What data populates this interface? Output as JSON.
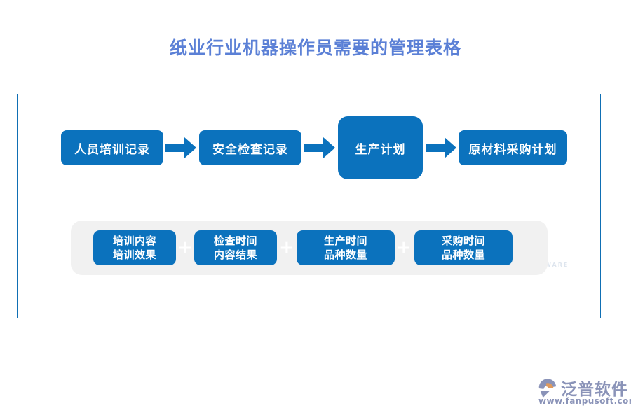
{
  "page": {
    "title": "纸业行业机器操作员需要的管理表格",
    "title_color": "#5b80d6",
    "background_color": "#ffffff",
    "frame_border_color": "#0f6fb4",
    "box_color": "#0b72bd",
    "panel_color": "#f1f1f1"
  },
  "flow": {
    "steps": [
      {
        "label": "人员培训记录"
      },
      {
        "label": "安全检查记录"
      },
      {
        "label": "生产计划"
      },
      {
        "label": "原材料采购计划"
      }
    ],
    "arrows": [
      {
        "name": "arrow-step1-to-step2"
      },
      {
        "name": "arrow-step2-to-step3"
      },
      {
        "name": "arrow-step3-to-step4"
      }
    ]
  },
  "details": {
    "separator": "+",
    "items": [
      {
        "line1": "培训内容",
        "line2": "培训效果"
      },
      {
        "line1": "检查时间",
        "line2": "内容结果"
      },
      {
        "line1": "生产时间",
        "line2": "品种数量"
      },
      {
        "line1": "采购时间",
        "line2": "品种数量"
      }
    ]
  },
  "watermark": {
    "cn": "泛普软件",
    "en": "FANPU SOFTWARE"
  },
  "brand": {
    "name_cn": "泛普软件",
    "url": "www.fanpusoft.com",
    "text_color": "#8a93b8",
    "accent_color": "#e09a5c"
  }
}
